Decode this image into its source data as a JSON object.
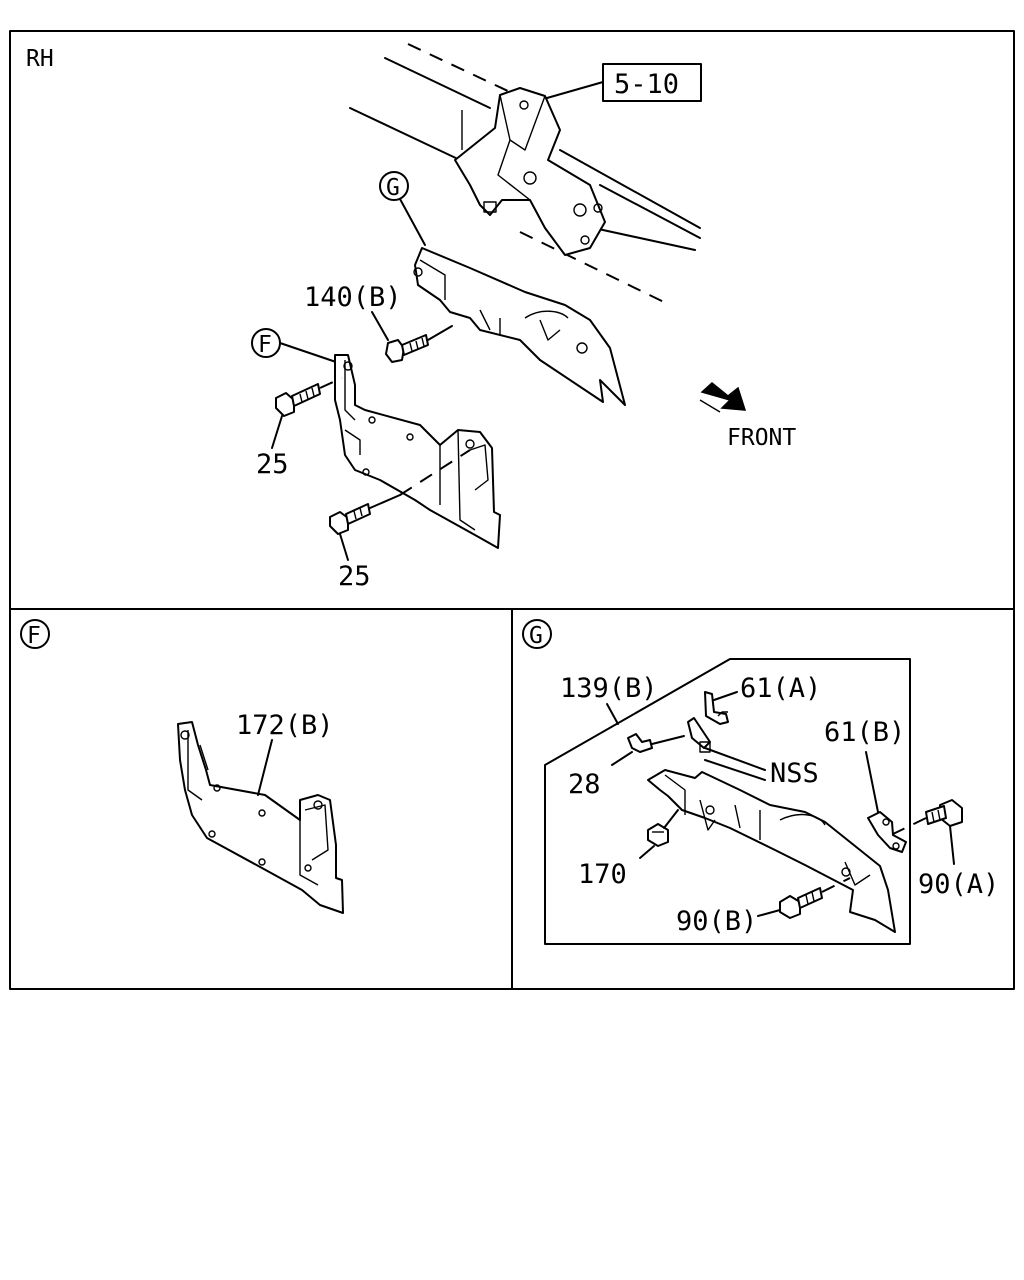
{
  "panels": {
    "top": {
      "title": "RH"
    },
    "bottom_left": {
      "title": "F"
    },
    "bottom_right": {
      "title": "G"
    }
  },
  "refs": {
    "box_ref": "5-10",
    "callout_g": "G",
    "callout_f": "F",
    "front": "FRONT"
  },
  "labels": {
    "p140b": "140(B)",
    "p25_upper": "25",
    "p25_lower": "25",
    "p172b": "172(B)",
    "p139b": "139(B)",
    "p61a": "61(A)",
    "p61b": "61(B)",
    "nss": "NSS",
    "p28": "28",
    "p170": "170",
    "p90a": "90(A)",
    "p90b": "90(B)"
  }
}
